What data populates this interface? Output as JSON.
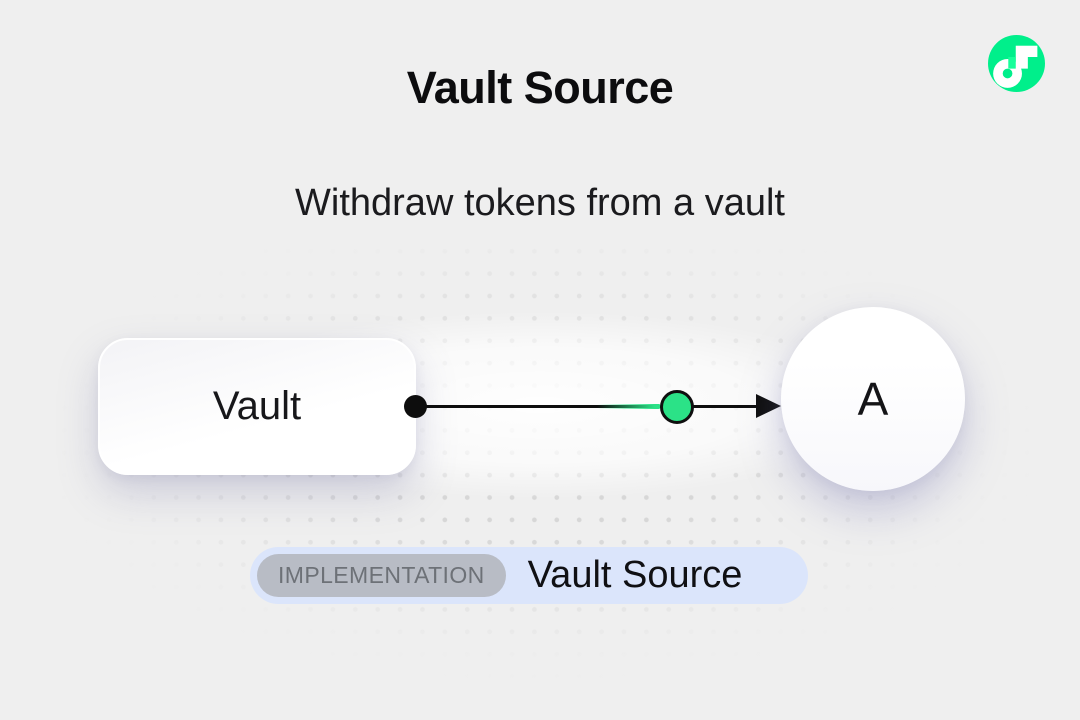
{
  "header": {
    "title": "Vault Source",
    "subtitle": "Withdraw tokens from a vault"
  },
  "logo": {
    "name": "Flow",
    "circle_color": "#00ef8b",
    "glyph_color": "#ffffff",
    "notch_color": "#17ff9a"
  },
  "diagram": {
    "source_node": {
      "label": "Vault"
    },
    "target_node": {
      "label": "A"
    },
    "edge": {
      "direction": "left-to-right",
      "line_color": "#0d0d0d",
      "token_color": "#2be287"
    }
  },
  "badge": {
    "tag": "IMPLEMENTATION",
    "label": "Vault Source",
    "pill_bg": "#dbe5fb",
    "tag_bg": "#b8bcc5",
    "tag_text_color": "#6d7177"
  },
  "theme": {
    "background": "#efefef",
    "dot_color": "#d7d7d7",
    "text_color": "#121214"
  }
}
